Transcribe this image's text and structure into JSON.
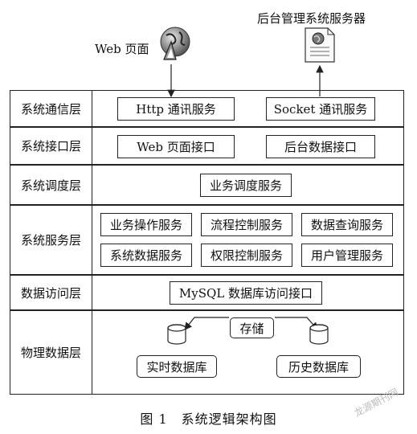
{
  "top": {
    "web_page_label": "Web 页面",
    "server_label": "后台管理系统服务器"
  },
  "layers": [
    {
      "label": "系统通信层",
      "items": [
        "Http 通讯服务",
        "Socket 通讯服务"
      ]
    },
    {
      "label": "系统接口层",
      "items": [
        "Web 页面接口",
        "后台数据接口"
      ]
    },
    {
      "label": "系统调度层",
      "items": [
        "业务调度服务"
      ]
    },
    {
      "label": "系统服务层",
      "items": [
        "业务操作服务",
        "流程控制服务",
        "数据查询服务",
        "系统数据服务",
        "权限控制服务",
        "用户管理服务"
      ]
    },
    {
      "label": "数据访问层",
      "items": [
        "MySQL 数据库访问接口"
      ]
    },
    {
      "label": "物理数据层",
      "items": [
        "存储",
        "实时数据库",
        "历史数据库"
      ]
    }
  ],
  "caption": "图 1　系统逻辑架构图",
  "watermark": "龙源期刊网",
  "icons": [
    "globe-icon",
    "document-icon",
    "database-icon"
  ]
}
